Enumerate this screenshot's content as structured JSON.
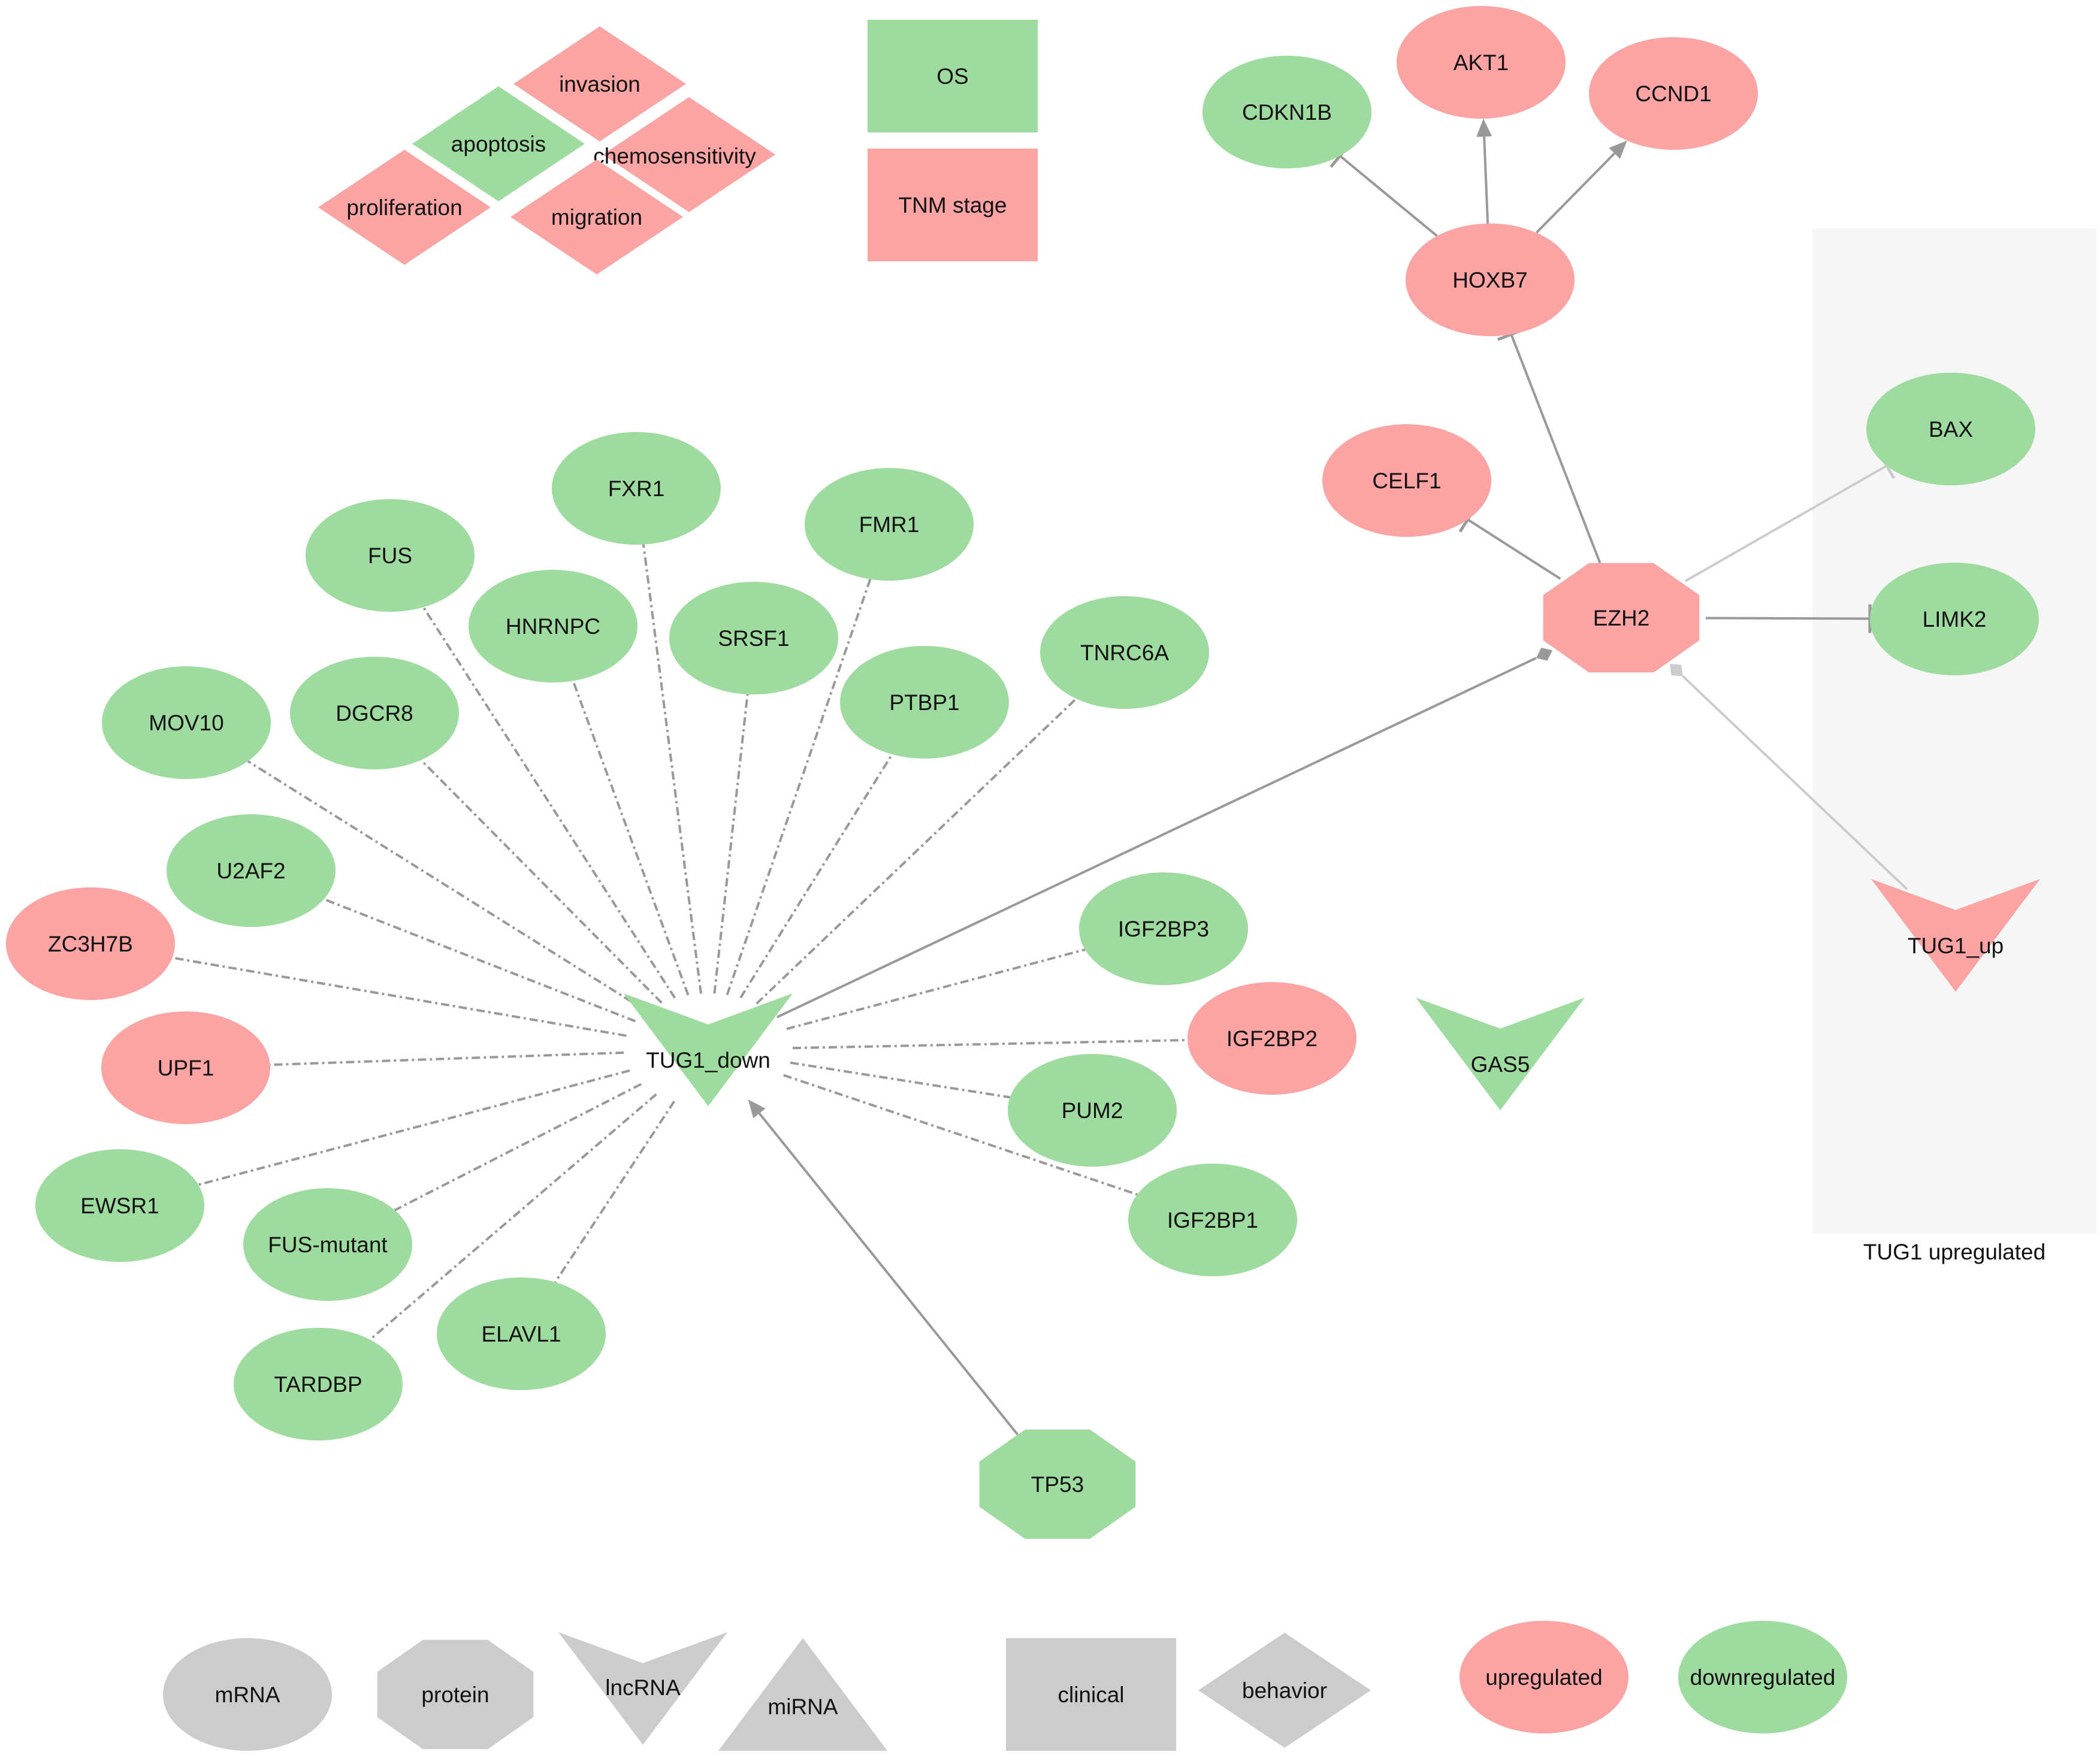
{
  "colors": {
    "up": "#fca3a3",
    "down": "#9edb9e",
    "legend_gray": "#cccccc",
    "edge": "#999999",
    "edge_light": "#cccccc",
    "group_bg": "#f6f6f6"
  },
  "group": {
    "id": "tug1-up-group",
    "label": "TUG1 upregulated"
  },
  "nodes": [
    {
      "id": "invasion",
      "label": "invasion",
      "shape": "diamond",
      "state": "up"
    },
    {
      "id": "apoptosis",
      "label": "apoptosis",
      "shape": "diamond",
      "state": "down"
    },
    {
      "id": "chemosensitivity",
      "label": "chemosensitivity",
      "shape": "diamond",
      "state": "up"
    },
    {
      "id": "proliferation",
      "label": "proliferation",
      "shape": "diamond",
      "state": "up"
    },
    {
      "id": "migration",
      "label": "migration",
      "shape": "diamond",
      "state": "up"
    },
    {
      "id": "os",
      "label": "OS",
      "shape": "rect",
      "state": "down"
    },
    {
      "id": "tnm",
      "label": "TNM stage",
      "shape": "rect",
      "state": "up"
    },
    {
      "id": "cdkn1b",
      "label": "CDKN1B",
      "shape": "ellipse",
      "state": "down"
    },
    {
      "id": "akt1",
      "label": "AKT1",
      "shape": "ellipse",
      "state": "up"
    },
    {
      "id": "ccnd1",
      "label": "CCND1",
      "shape": "ellipse",
      "state": "up"
    },
    {
      "id": "hoxb7",
      "label": "HOXB7",
      "shape": "ellipse",
      "state": "up"
    },
    {
      "id": "bax",
      "label": "BAX",
      "shape": "ellipse",
      "state": "down"
    },
    {
      "id": "celf1",
      "label": "CELF1",
      "shape": "ellipse",
      "state": "up"
    },
    {
      "id": "ezh2",
      "label": "EZH2",
      "shape": "octagon",
      "state": "up"
    },
    {
      "id": "limk2",
      "label": "LIMK2",
      "shape": "ellipse",
      "state": "down"
    },
    {
      "id": "fxr1",
      "label": "FXR1",
      "shape": "ellipse",
      "state": "down"
    },
    {
      "id": "fmr1",
      "label": "FMR1",
      "shape": "ellipse",
      "state": "down"
    },
    {
      "id": "fus",
      "label": "FUS",
      "shape": "ellipse",
      "state": "down"
    },
    {
      "id": "hnrnpc",
      "label": "HNRNPC",
      "shape": "ellipse",
      "state": "down"
    },
    {
      "id": "srsf1",
      "label": "SRSF1",
      "shape": "ellipse",
      "state": "down"
    },
    {
      "id": "tnrc6a",
      "label": "TNRC6A",
      "shape": "ellipse",
      "state": "down"
    },
    {
      "id": "mov10",
      "label": "MOV10",
      "shape": "ellipse",
      "state": "down"
    },
    {
      "id": "dgcr8",
      "label": "DGCR8",
      "shape": "ellipse",
      "state": "down"
    },
    {
      "id": "ptbp1",
      "label": "PTBP1",
      "shape": "ellipse",
      "state": "down"
    },
    {
      "id": "u2af2",
      "label": "U2AF2",
      "shape": "ellipse",
      "state": "down"
    },
    {
      "id": "zc3h7b",
      "label": "ZC3H7B",
      "shape": "ellipse",
      "state": "up"
    },
    {
      "id": "igf2bp3",
      "label": "IGF2BP3",
      "shape": "ellipse",
      "state": "down"
    },
    {
      "id": "tug1_up",
      "label": "TUG1_up",
      "shape": "vee",
      "state": "up"
    },
    {
      "id": "igf2bp2",
      "label": "IGF2BP2",
      "shape": "ellipse",
      "state": "up"
    },
    {
      "id": "upf1",
      "label": "UPF1",
      "shape": "ellipse",
      "state": "up"
    },
    {
      "id": "tug1_down",
      "label": "TUG1_down",
      "shape": "vee",
      "state": "down"
    },
    {
      "id": "gas5",
      "label": "GAS5",
      "shape": "vee",
      "state": "down"
    },
    {
      "id": "pum2",
      "label": "PUM2",
      "shape": "ellipse",
      "state": "down"
    },
    {
      "id": "ewsr1",
      "label": "EWSR1",
      "shape": "ellipse",
      "state": "down"
    },
    {
      "id": "fus_mutant",
      "label": "FUS-mutant",
      "shape": "ellipse",
      "state": "down"
    },
    {
      "id": "igf2bp1",
      "label": "IGF2BP1",
      "shape": "ellipse",
      "state": "down"
    },
    {
      "id": "elavl1",
      "label": "ELAVL1",
      "shape": "ellipse",
      "state": "down"
    },
    {
      "id": "tardbp",
      "label": "TARDBP",
      "shape": "ellipse",
      "state": "down"
    },
    {
      "id": "tp53",
      "label": "TP53",
      "shape": "octagon",
      "state": "down"
    }
  ],
  "edges": [
    {
      "from": "hoxb7",
      "to": "cdkn1b",
      "type": "inhibit"
    },
    {
      "from": "hoxb7",
      "to": "akt1",
      "type": "activate"
    },
    {
      "from": "hoxb7",
      "to": "ccnd1",
      "type": "activate"
    },
    {
      "from": "ezh2",
      "to": "hoxb7",
      "type": "inhibit"
    },
    {
      "from": "ezh2",
      "to": "celf1",
      "type": "inhibit"
    },
    {
      "from": "ezh2",
      "to": "bax",
      "type": "inhibit",
      "light": true
    },
    {
      "from": "ezh2",
      "to": "limk2",
      "type": "inhibit"
    },
    {
      "from": "tug1_down",
      "to": "ezh2",
      "type": "bind"
    },
    {
      "from": "tug1_up",
      "to": "ezh2",
      "type": "bind",
      "light": true
    },
    {
      "from": "tp53",
      "to": "tug1_down",
      "type": "activate"
    },
    {
      "from": "tug1_down",
      "to": "fus",
      "type": "assoc"
    },
    {
      "from": "tug1_down",
      "to": "fxr1",
      "type": "assoc"
    },
    {
      "from": "tug1_down",
      "to": "fmr1",
      "type": "assoc"
    },
    {
      "from": "tug1_down",
      "to": "hnrnpc",
      "type": "assoc"
    },
    {
      "from": "tug1_down",
      "to": "srsf1",
      "type": "assoc"
    },
    {
      "from": "tug1_down",
      "to": "tnrc6a",
      "type": "assoc"
    },
    {
      "from": "tug1_down",
      "to": "mov10",
      "type": "assoc"
    },
    {
      "from": "tug1_down",
      "to": "dgcr8",
      "type": "assoc"
    },
    {
      "from": "tug1_down",
      "to": "ptbp1",
      "type": "assoc"
    },
    {
      "from": "tug1_down",
      "to": "u2af2",
      "type": "assoc"
    },
    {
      "from": "tug1_down",
      "to": "zc3h7b",
      "type": "assoc"
    },
    {
      "from": "tug1_down",
      "to": "igf2bp3",
      "type": "assoc"
    },
    {
      "from": "tug1_down",
      "to": "igf2bp2",
      "type": "assoc"
    },
    {
      "from": "tug1_down",
      "to": "upf1",
      "type": "assoc"
    },
    {
      "from": "tug1_down",
      "to": "pum2",
      "type": "assoc"
    },
    {
      "from": "tug1_down",
      "to": "ewsr1",
      "type": "assoc"
    },
    {
      "from": "tug1_down",
      "to": "fus_mutant",
      "type": "assoc"
    },
    {
      "from": "tug1_down",
      "to": "igf2bp1",
      "type": "assoc"
    },
    {
      "from": "tug1_down",
      "to": "elavl1",
      "type": "assoc"
    },
    {
      "from": "tug1_down",
      "to": "tardbp",
      "type": "assoc"
    }
  ],
  "legend": [
    {
      "id": "lg-mrna",
      "label": "mRNA",
      "shape": "ellipse",
      "state": "gray"
    },
    {
      "id": "lg-protein",
      "label": "protein",
      "shape": "octagon",
      "state": "gray"
    },
    {
      "id": "lg-lncrna",
      "label": "lncRNA",
      "shape": "vee",
      "state": "gray"
    },
    {
      "id": "lg-mirna",
      "label": "miRNA",
      "shape": "triangle",
      "state": "gray"
    },
    {
      "id": "lg-clinical",
      "label": "clinical",
      "shape": "rect",
      "state": "gray"
    },
    {
      "id": "lg-behavior",
      "label": "behavior",
      "shape": "diamond",
      "state": "gray"
    },
    {
      "id": "lg-upregulated",
      "label": "upregulated",
      "shape": "ellipse",
      "state": "up"
    },
    {
      "id": "lg-downregulated",
      "label": "downregulated",
      "shape": "ellipse",
      "state": "down"
    }
  ]
}
